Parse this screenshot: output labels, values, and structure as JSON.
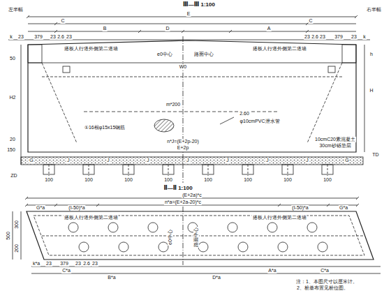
{
  "diagram": {
    "labels": [
      "Ⅲ—Ⅲ 1:100",
      "左半幅",
      "右半幅",
      "E",
      "C",
      "C",
      "B",
      "D",
      "A",
      "k",
      "23",
      "379",
      "23",
      "2.6",
      "23",
      "23",
      "2.6",
      "23",
      "379",
      "23",
      "k",
      "搭板人行道外侧第二道墙",
      "搭板人行道外侧第二道墙",
      "e0中心",
      "路面中心",
      "W0",
      "50",
      "h",
      "H",
      "H2",
      "20",
      "150",
      "m*200",
      "①16根φ15x15钢筋",
      "2.60",
      "φ10cmPVC泄水管",
      "n*J=(E+2p-20)",
      "E+2p",
      "G",
      "J",
      "J",
      "J",
      "J",
      "J",
      "J",
      "J",
      "G",
      "TD",
      "10cmC20素混凝土",
      "30cm砂砾垫层",
      "ZD",
      "100",
      "100",
      "100",
      "100",
      "100",
      "100",
      "100",
      "100",
      "Ⅱ—Ⅱ 1:100",
      "(E+2a)*c",
      "n*a=(E+2a-20)*c",
      "G*a",
      "(I-50)*a",
      "(I-50)*a",
      "G*a",
      "e0中心",
      "路面中心",
      "搭板人行道外侧第二道墙",
      "搭板人行道外侧第二道墙",
      "500",
      "300",
      "200",
      "k*a",
      "23",
      "379",
      "23",
      "2.6",
      "23",
      "C*a",
      "B*a",
      "D*a",
      "A*a",
      "C*a",
      "注：1、本图尺寸以厘米计。",
      "2、桩基布置见桩位图。"
    ]
  }
}
